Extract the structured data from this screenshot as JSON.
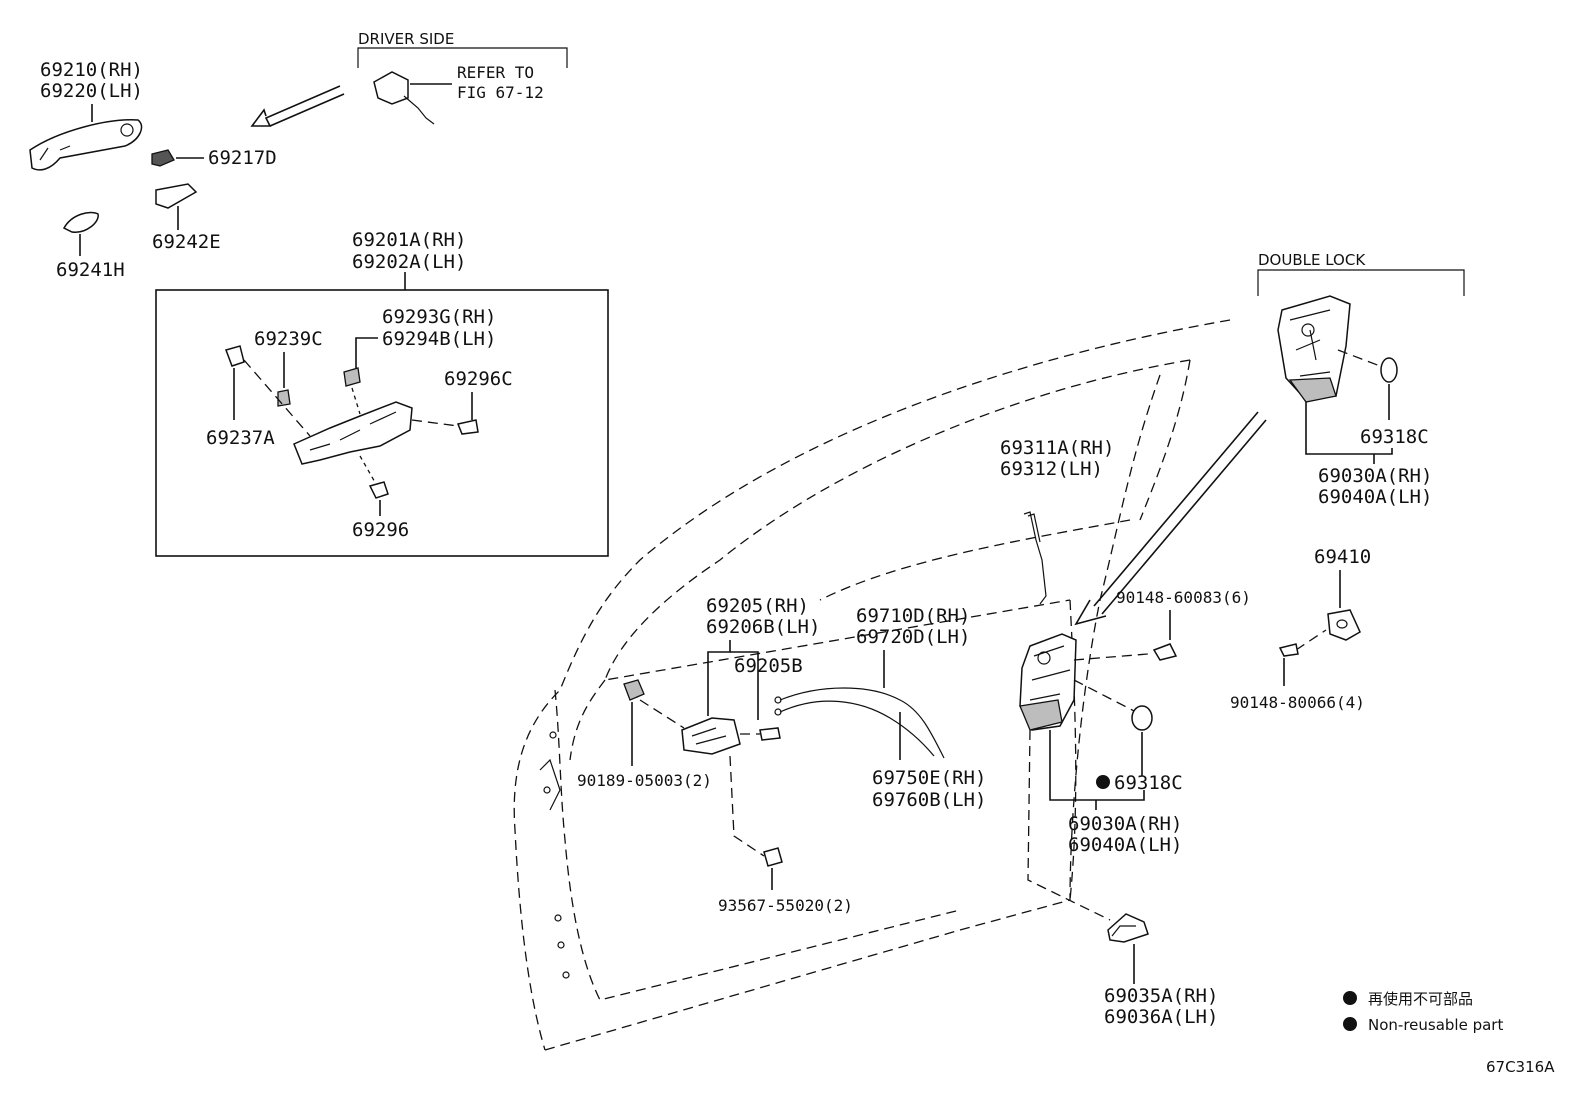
{
  "sections": {
    "driver_side": "DRIVER SIDE",
    "double_lock": "DOUBLE LOCK"
  },
  "reference": {
    "line1": "REFER TO",
    "line2": "FIG 67-12"
  },
  "labels": {
    "p69210": "69210(RH)",
    "p69220": "69220(LH)",
    "p69217d": "69217D",
    "p69242e": "69242E",
    "p69241h": "69241H",
    "p69201a": "69201A(RH)",
    "p69202a": "69202A(LH)",
    "p69293g": "69293G(RH)",
    "p69294b": "69294B(LH)",
    "p69239c": "69239C",
    "p69296c": "69296C",
    "p69237a": "69237A",
    "p69296": "69296",
    "p69311a": "69311A(RH)",
    "p69312": "69312(LH)",
    "p69318c_top": "69318C",
    "p69030a_top": "69030A(RH)",
    "p69040a_top": "69040A(LH)",
    "p69410": "69410",
    "p90148_60083": "90148-60083(6)",
    "p90148_80066": "90148-80066(4)",
    "p69205": "69205(RH)",
    "p69206b": "69206B(LH)",
    "p69205b": "69205B",
    "p69710d": "69710D(RH)",
    "p69720d": "69720D(LH)",
    "p90189": "90189-05003(2)",
    "p69750e": "69750E(RH)",
    "p69760b": "69760B(LH)",
    "p93567": "93567-55020(2)",
    "p69318c_bottom": "69318C",
    "p69030a_bottom": "69030A(RH)",
    "p69040a_bottom": "69040A(LH)",
    "p69035a": "69035A(RH)",
    "p69036a": "69036A(LH)"
  },
  "legend": {
    "jp": "再使用不可部品",
    "en": "Non-reusable part"
  },
  "figure_id": "67C316A"
}
